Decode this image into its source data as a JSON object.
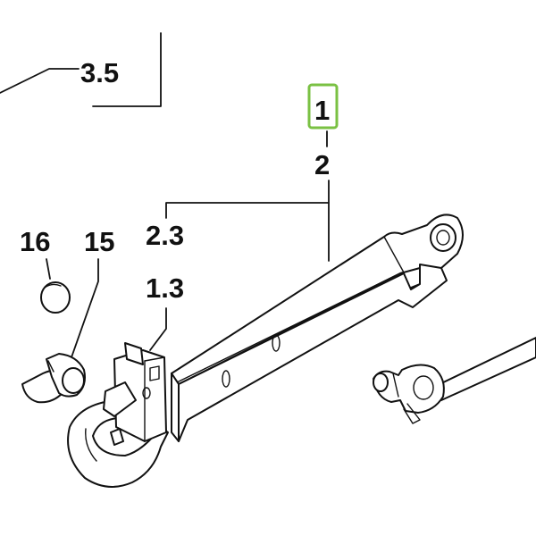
{
  "labels": {
    "ref_3_5": "3.5",
    "ref_1": "1",
    "ref_2": "2",
    "ref_2_3": "2.3",
    "ref_1_3": "1.3",
    "ref_16": "16",
    "ref_15": "15"
  },
  "highlight": {
    "selected_label": "1",
    "color": "#7ac143"
  },
  "colors": {
    "line": "#111111",
    "background": "#ffffff"
  }
}
